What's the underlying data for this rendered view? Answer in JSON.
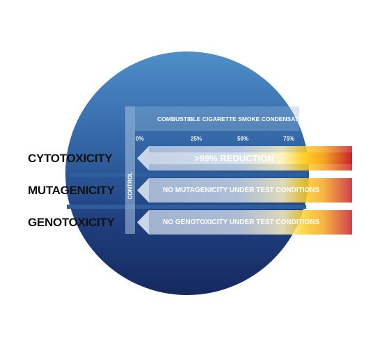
{
  "header": {
    "title": "COMBUSTIBLE CIGARETTE SMOKE CONDENSATE"
  },
  "scale": {
    "ticks": [
      "0%",
      "25%",
      "50%",
      "75%"
    ]
  },
  "control_label": "CONTROL",
  "rows": [
    {
      "label": "CYTOTOXICITY",
      "bar_text": ">99% REDUCTION"
    },
    {
      "label": "MUTAGENICITY",
      "bar_text": "NO MUTAGENICITY UNDER TEST CONDITIONS"
    },
    {
      "label": "GENOTOXICITY",
      "bar_text": "NO GENOTOXICITY UNDER TEST CONDITIONS"
    }
  ],
  "colors": {
    "circle_top": "#4f8fc8",
    "circle_bottom": "#15295f",
    "bar_red": "#c8202c",
    "bar_orange": "#f5a623",
    "bar_yellow": "#ffd12a",
    "arrow_fill": "#c9d6e8"
  }
}
